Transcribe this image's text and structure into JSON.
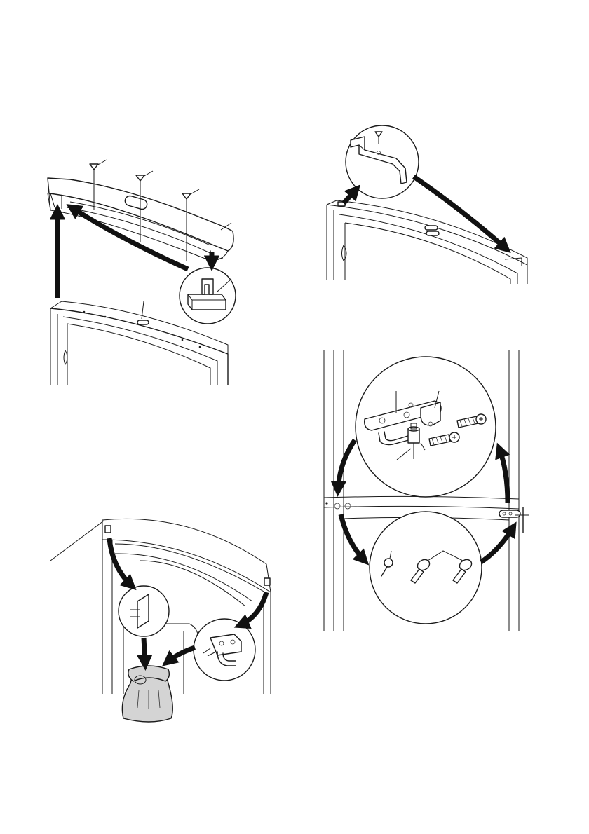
{
  "page": {
    "background": "#ffffff",
    "line_color": "#1a1a1a",
    "bag_fill": "#d4d4d4"
  },
  "figures": [
    {
      "id": "top-cover-removal",
      "icons": [
        "screw-icon",
        "hinge-cover-icon",
        "arrow-icon"
      ]
    },
    {
      "id": "top-hinge-detail",
      "icons": [
        "screw-icon",
        "hinge-bracket-icon",
        "arrow-icon"
      ]
    },
    {
      "id": "parts-storage",
      "icons": [
        "bag-icon",
        "pin-icon",
        "hinge-bracket-icon",
        "arrow-icon"
      ]
    },
    {
      "id": "middle-hinge-swap",
      "icons": [
        "hinge-plate-icon",
        "screw-icon",
        "plug-icon",
        "arrow-icon"
      ]
    }
  ]
}
